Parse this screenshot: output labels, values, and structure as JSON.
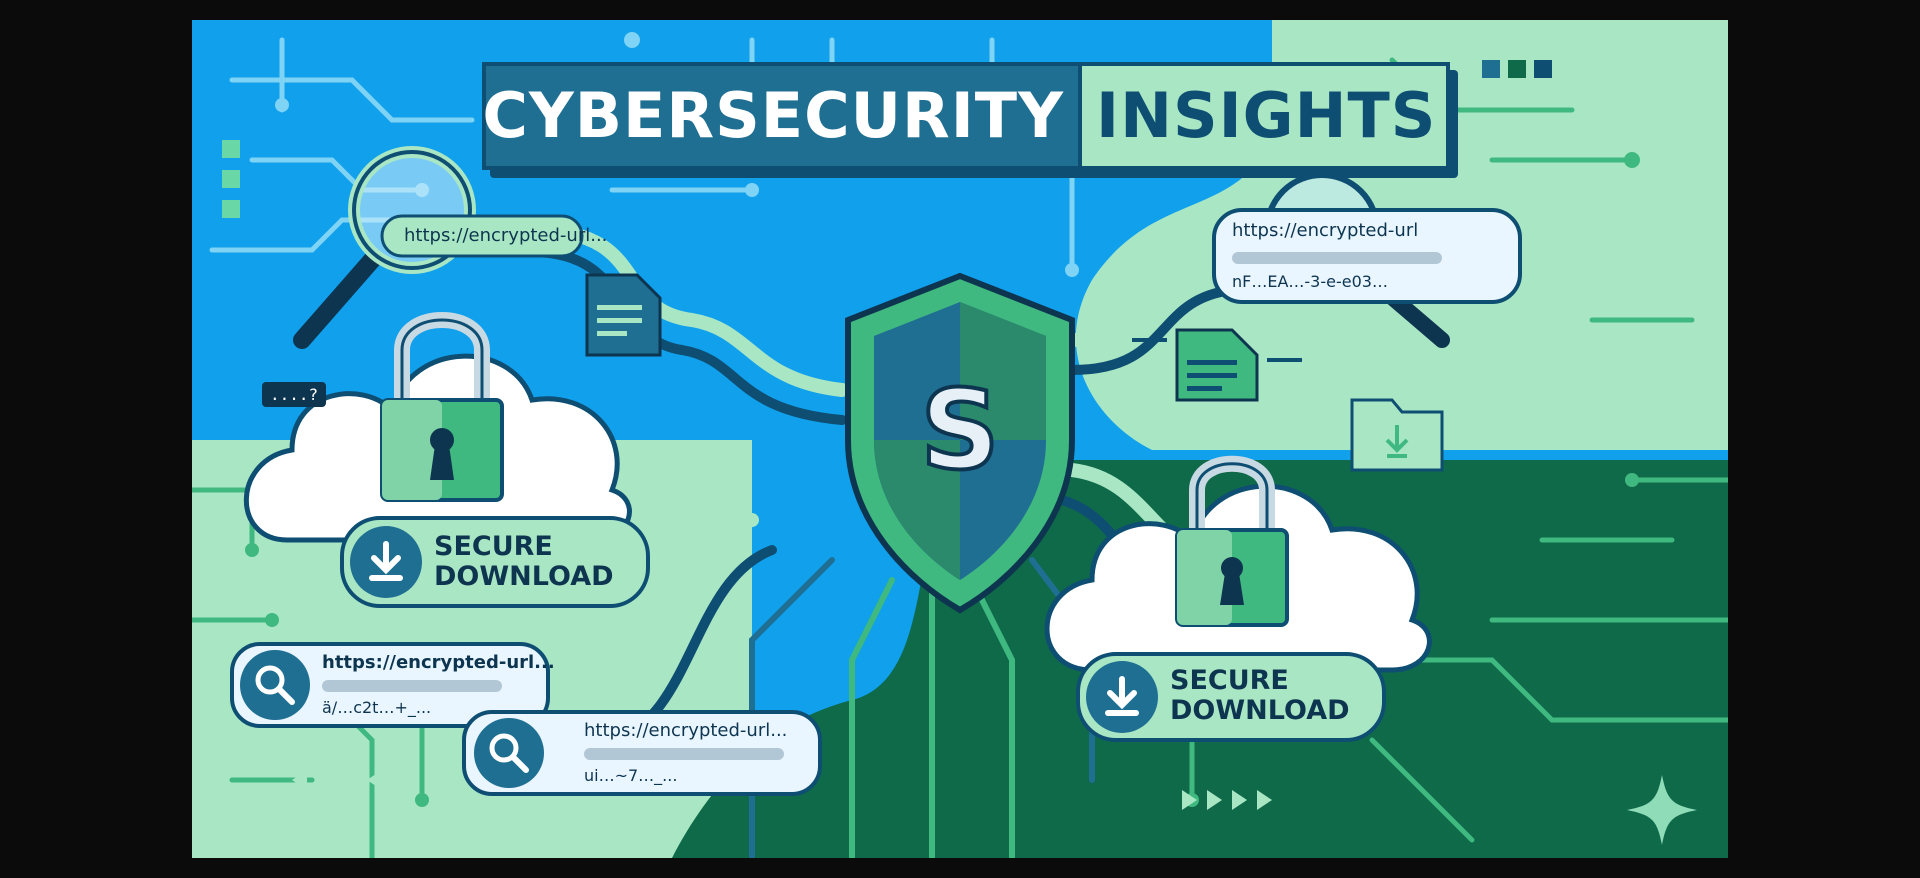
{
  "title": {
    "part1": "CYBERSECURITY",
    "part2": "INSIGHTS"
  },
  "urls": [
    {
      "text": "https://encrypted-url...",
      "line2": "",
      "line3": ""
    },
    {
      "text": "https://encrypted-url",
      "line2": "",
      "line3": "nF…EA…-3-e-e03…"
    },
    {
      "text": "https://encrypted-url...",
      "line2": "",
      "line3": "ä/…c2t…+_..."
    },
    {
      "text": "https://encrypted-url...",
      "line2": "",
      "line3": "ui…~7…_..."
    }
  ],
  "downloads": [
    {
      "line1": "SECURE",
      "line2": "DOWNLOAD"
    },
    {
      "line1": "SECURE",
      "line2": "DOWNLOAD"
    }
  ],
  "badge": "....?",
  "shield_letter": "S",
  "colors": {
    "sky_blue": "#11a0ec",
    "navy": "#0e4e72",
    "mint": "#a9e7c4",
    "dark_green": "#0f6a4a",
    "green": "#3fb97f"
  },
  "icons": [
    "magnifier-icon",
    "padlock-icon",
    "cloud-icon",
    "download-icon",
    "shield-icon",
    "document-icon",
    "folder-download-icon",
    "sparkle-icon"
  ]
}
